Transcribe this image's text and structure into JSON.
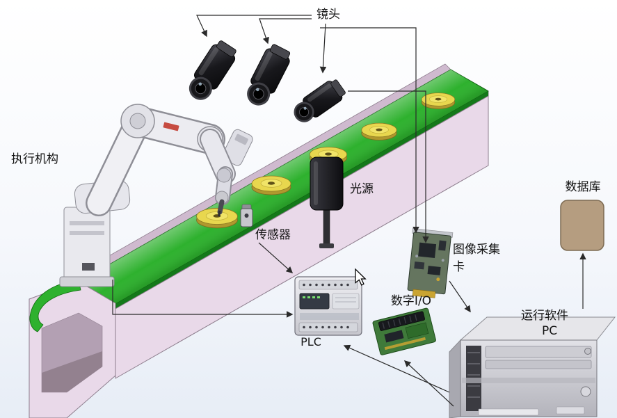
{
  "labels": {
    "lens": "镜头",
    "actuator": "执行机构",
    "light_source": "光源",
    "sensor": "传感器",
    "frame_grabber_line1": "图像采集",
    "frame_grabber_line2": "卡",
    "database": "数据库",
    "plc": "PLC",
    "digital_io": "数字I/O",
    "pc_line1": "运行软件",
    "pc_line2": "PC"
  },
  "colors": {
    "belt_green": "#2eb12e",
    "belt_green_dark": "#14791a",
    "frame_pink": "#e9d9e9",
    "frame_pink_shade": "#cfbacf",
    "frame_pink_end": "#dcc9dc",
    "part_yellow": "#e8d74e",
    "part_yellow_shade": "#b0982e",
    "database_tan": "#b59d80",
    "pcb_green": "#3f7a3a",
    "arrow": "#2a2a2a"
  }
}
